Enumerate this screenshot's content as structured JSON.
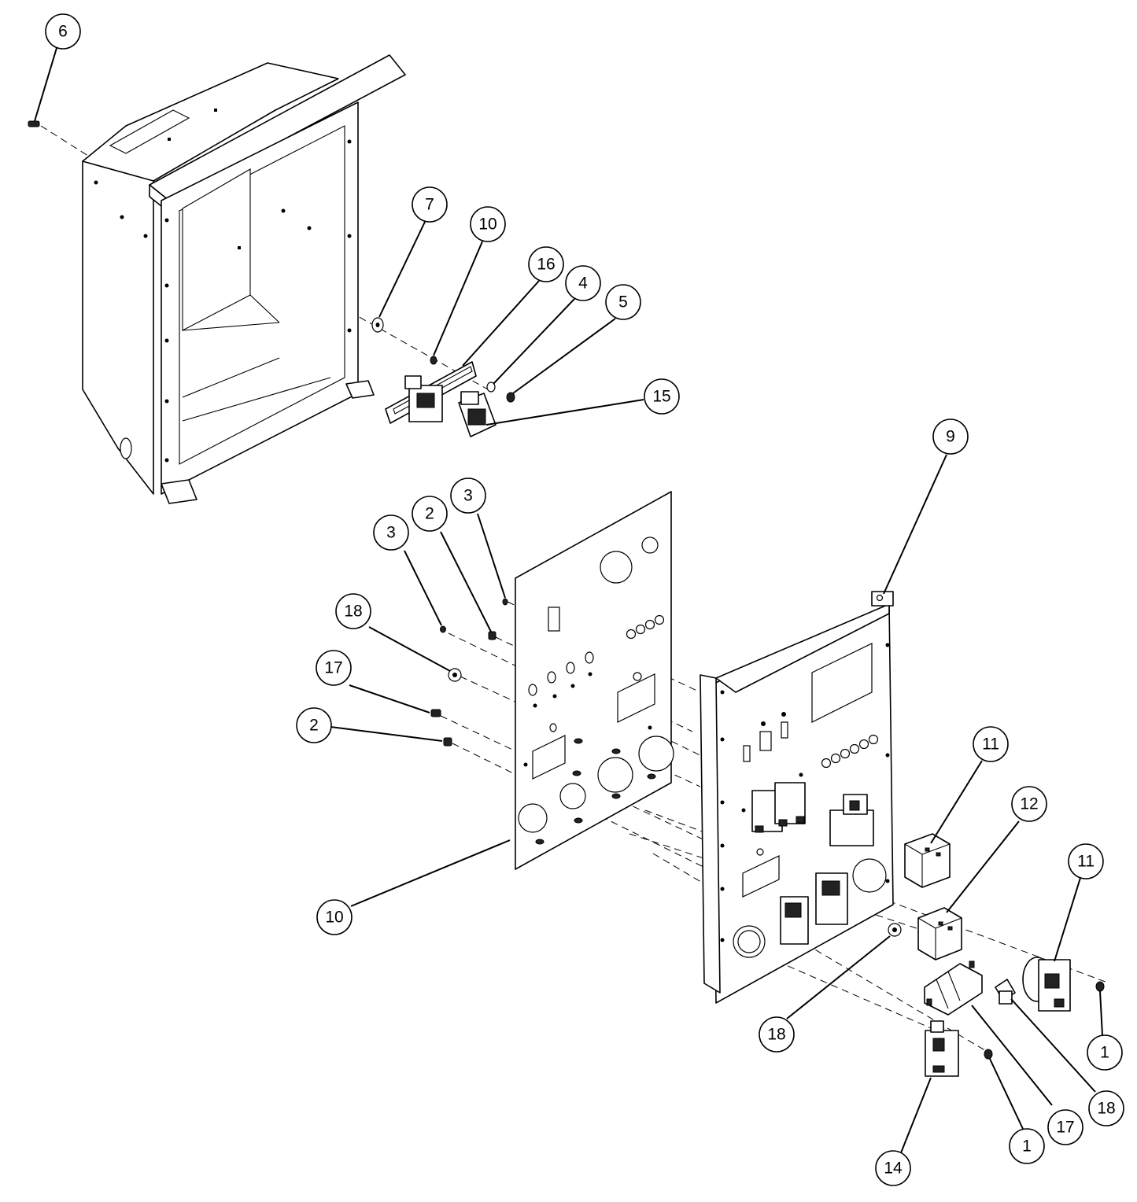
{
  "callouts": [
    {
      "id": "c6",
      "label": "6"
    },
    {
      "id": "c7",
      "label": "7"
    },
    {
      "id": "c10a",
      "label": "10"
    },
    {
      "id": "c16",
      "label": "16"
    },
    {
      "id": "c4",
      "label": "4"
    },
    {
      "id": "c5",
      "label": "5"
    },
    {
      "id": "c15",
      "label": "15"
    },
    {
      "id": "c9",
      "label": "9"
    },
    {
      "id": "c3a",
      "label": "3"
    },
    {
      "id": "c2a",
      "label": "2"
    },
    {
      "id": "c3b",
      "label": "3"
    },
    {
      "id": "c18a",
      "label": "18"
    },
    {
      "id": "c17a",
      "label": "17"
    },
    {
      "id": "c2b",
      "label": "2"
    },
    {
      "id": "c10b",
      "label": "10"
    },
    {
      "id": "c11a",
      "label": "11"
    },
    {
      "id": "c12",
      "label": "12"
    },
    {
      "id": "c11b",
      "label": "11"
    },
    {
      "id": "c18b",
      "label": "18"
    },
    {
      "id": "c1a",
      "label": "1"
    },
    {
      "id": "c1b",
      "label": "1"
    },
    {
      "id": "c17b",
      "label": "17"
    },
    {
      "id": "c18c",
      "label": "18"
    },
    {
      "id": "c14",
      "label": "14"
    }
  ]
}
